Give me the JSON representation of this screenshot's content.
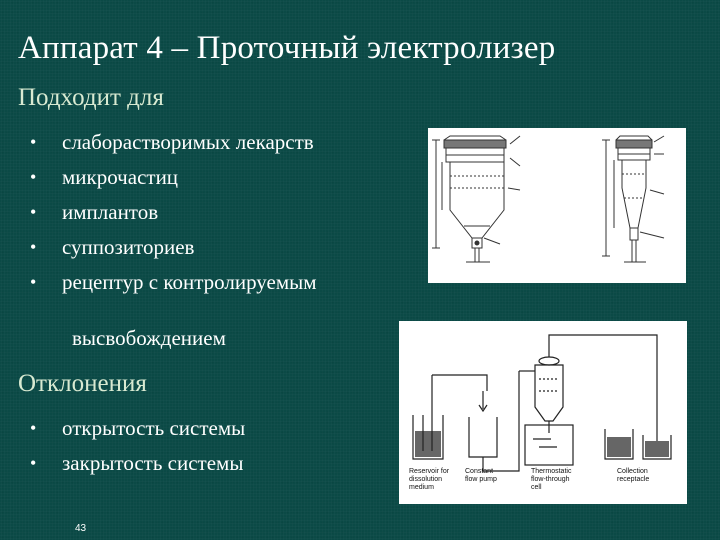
{
  "slide": {
    "title": "Аппарат 4 – Проточный электролизер",
    "suitable_heading": "Подходит для",
    "suitable_items": [
      "слаборастворимых лекарств",
      "микрочастиц",
      "имплантов",
      "суппозиториев",
      "рецептур с контролируемым"
    ],
    "suitable_item_continuation": "высвобождением",
    "deviations_heading": "Отклонения",
    "deviation_items": [
      "открытость системы",
      "закрытость системы"
    ],
    "page_number": "43",
    "bullet_glyph": "•"
  },
  "diagram_labels": {
    "reservoir": [
      "Reservoir for",
      "dissolution",
      "medium"
    ],
    "pump": [
      "Constant",
      "flow pump"
    ],
    "cell": [
      "Thermostatic",
      "flow-through",
      "cell"
    ],
    "receptacle": [
      "Collection",
      "receptacle"
    ]
  }
}
